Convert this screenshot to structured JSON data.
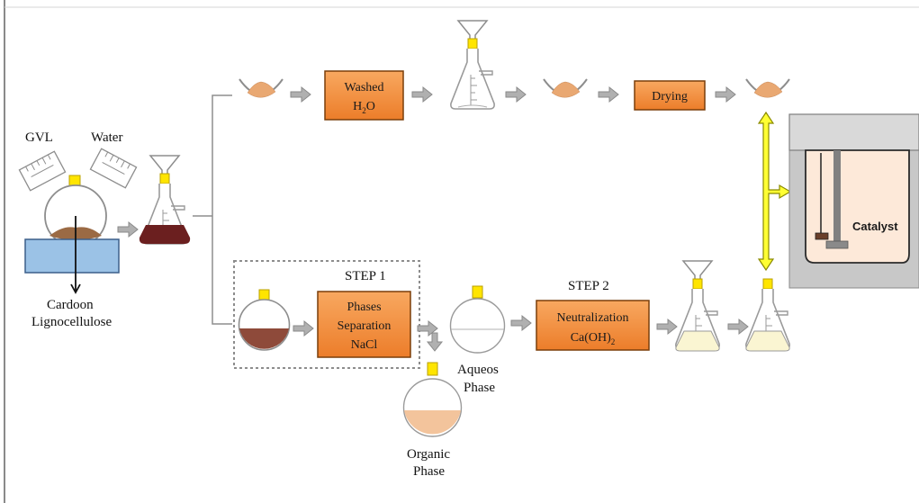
{
  "labels": {
    "gvl": "GVL",
    "water": "Water",
    "cardoon": "Cardoon",
    "lignocellulose": "Lignocellulose",
    "step1": "STEP 1",
    "step2": "STEP 2",
    "aqueos": "Aqueos",
    "phase_aq": "Phase",
    "organic": "Organic",
    "phase_org": "Phase",
    "catalyst": "Catalyst"
  },
  "boxes": {
    "washed_line1": "Washed",
    "washed_h": "H",
    "washed_sub": "2",
    "washed_o": "O",
    "drying": "Drying",
    "phases_line1": "Phases",
    "phases_line2": "Separation",
    "phases_line3": "NaCl",
    "neut_line1": "Neutralization",
    "neut_line2a": "Ca(OH)",
    "neut_sub": "2"
  },
  "colors": {
    "box_fill": "#f5923e",
    "box_border": "#7a3e0a",
    "arrow_gray": "#a6a6a6",
    "arrow_yellow": "#ffff33",
    "solid_tan": "#e9a872",
    "dark_liquid": "#6b1f1f",
    "phase_brown": "#8e4a3a",
    "organic_tan": "#f3c49c",
    "pale_liquid": "#faf5d2",
    "blue_block": "#9bc2e6",
    "cap_yellow": "#ffe500",
    "reactor_gray": "#c8c8c8"
  }
}
